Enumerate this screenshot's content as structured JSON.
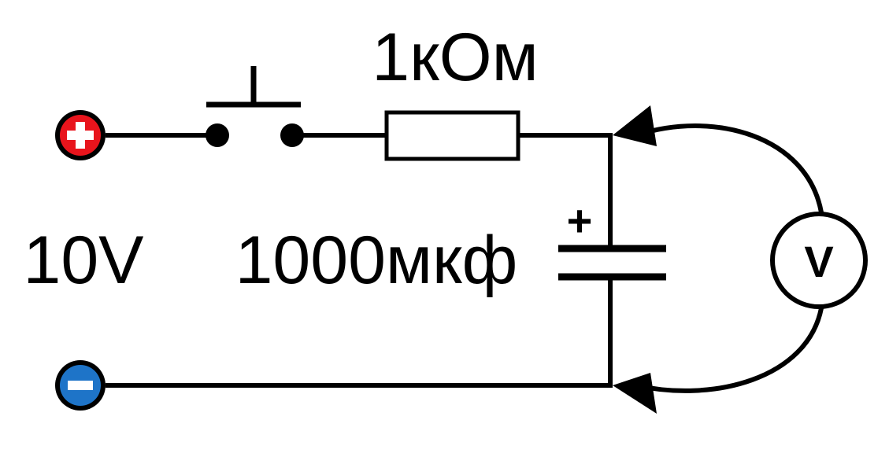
{
  "labels": {
    "resistor": "1кОм",
    "voltage": "10V",
    "capacitor": "1000мкф",
    "capacitor_polarity": "+",
    "voltmeter": "V"
  },
  "terminals": {
    "positive": {
      "symbol": "+",
      "color": "#e8141c"
    },
    "negative": {
      "symbol": "-",
      "color": "#1e74c8"
    }
  },
  "colors": {
    "wire": "#000000",
    "background": "#ffffff"
  }
}
